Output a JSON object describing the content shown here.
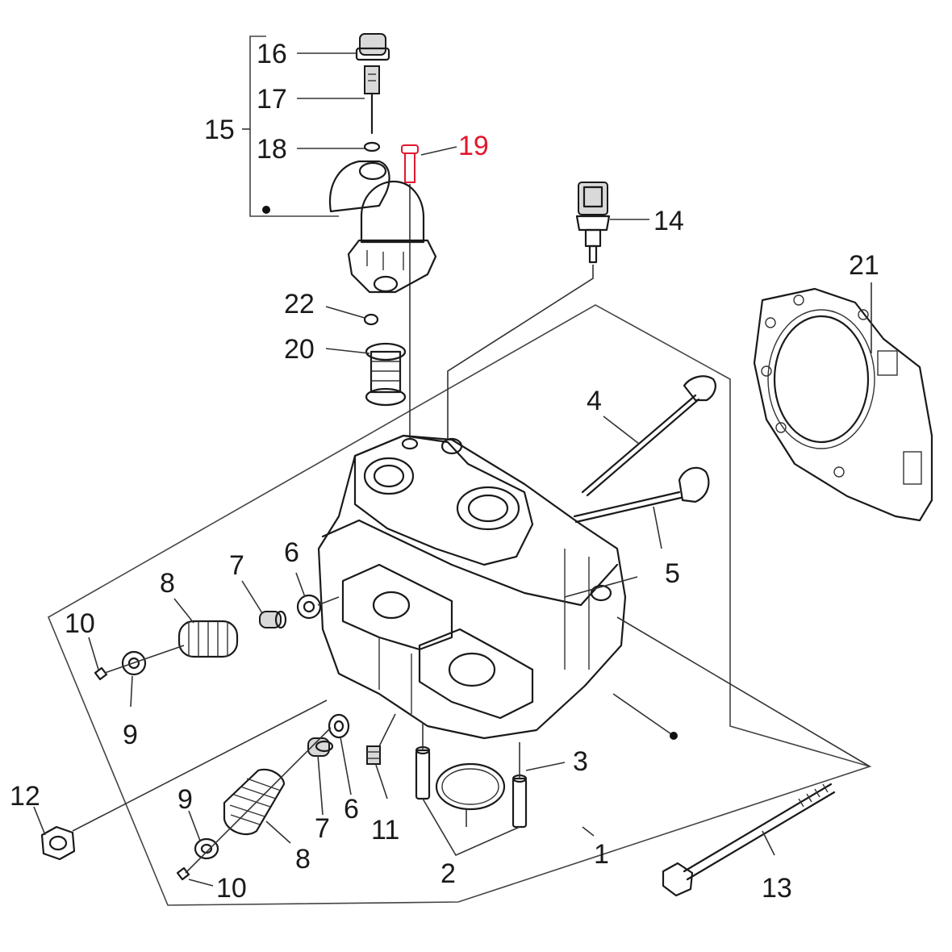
{
  "diagram": {
    "highlight_color": "#e0182d",
    "text_color": "#1a1a1a",
    "callouts": {
      "c1": "1",
      "c2": "2",
      "c3": "3",
      "c4": "4",
      "c5": "5",
      "c6a": "6",
      "c6b": "6",
      "c7a": "7",
      "c7b": "7",
      "c8a": "8",
      "c8b": "8",
      "c9a": "9",
      "c9b": "9",
      "c10a": "10",
      "c10b": "10",
      "c11": "11",
      "c12": "12",
      "c13": "13",
      "c14": "14",
      "c15": "15",
      "c16": "16",
      "c17": "17",
      "c18": "18",
      "c19": "19",
      "c20": "20",
      "c21": "21",
      "c22": "22"
    }
  }
}
